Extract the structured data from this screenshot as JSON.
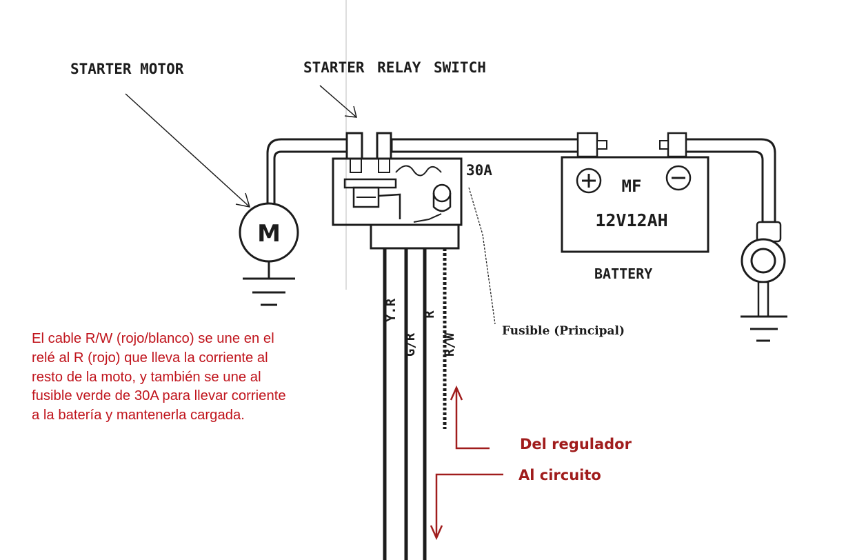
{
  "labels": {
    "starter_motor": "STARTER MOTOR",
    "starter_relay": "STARTER RELAY SWITCH",
    "battery": "BATTERY",
    "fuse_rating": "30A",
    "motor_symbol": "M",
    "battery_type": "MF",
    "battery_spec": "12V12AH",
    "fuse_main": "Fusible (Principal)"
  },
  "wires": [
    "Y.R",
    "G/R",
    "R",
    "R/W"
  ],
  "note_lines": [
    "El cable R/W (rojo/blanco) se une en el",
    "relé al R (rojo) que lleva la corriente al",
    "resto de la moto, y también se une al",
    "fusible verde de 30A para llevar corriente",
    "a la batería y mantenerla cargada."
  ],
  "annotations": {
    "from_regulator": "Del regulador",
    "to_circuit": "Al circuito"
  },
  "colors": {
    "line": "#1c1c1c",
    "note_text": "#c0141c",
    "arrow": "#a01c1c"
  }
}
